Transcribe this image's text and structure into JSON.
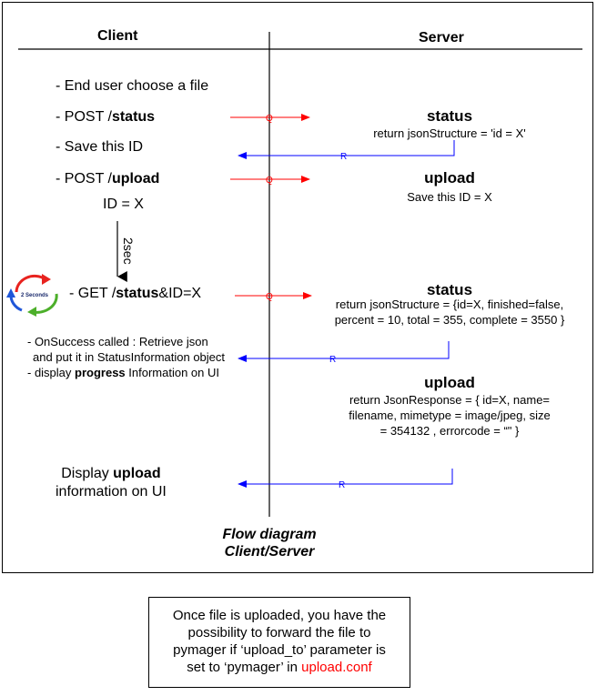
{
  "headers": {
    "client": "Client",
    "server": "Server"
  },
  "client_steps": {
    "choose_file": "- End user choose a file",
    "post_status_prefix": "- POST /",
    "post_status_bold": "status",
    "save_id": "- Save this ID",
    "post_upload_prefix": "- POST /",
    "post_upload_bold": "upload",
    "id_eq_x": "ID = X",
    "wait_label": "2sec",
    "get_status_prefix": "- GET /",
    "get_status_bold": "status",
    "get_status_suffix": "&ID=X",
    "onsuccess_line1": "- OnSuccess called : Retrieve json",
    "onsuccess_line2": "and put it in StatusInformation object",
    "display_progress_prefix": "- display ",
    "display_progress_bold": "progress",
    "display_progress_suffix": " Information on UI",
    "display_upload_prefix": "Display ",
    "display_upload_bold": "upload",
    "display_upload_line2": "information on UI"
  },
  "server_steps": {
    "status1_title": "status",
    "status1_body": "return jsonStructure = 'id = X'",
    "upload1_title": "upload",
    "upload1_body": "Save this ID = X",
    "status2_title": "status",
    "status2_body_line1": "return jsonStructure = {id=X, finished=false,",
    "status2_body_line2": "percent = 10, total = 355, complete = 3550 }",
    "upload2_title": "upload",
    "upload2_body_line1": "return JsonResponse = { id=X, name=",
    "upload2_body_line2": "filename, mimetype = image/jpeg, size",
    "upload2_body_line3": "= 354132 , errorcode = “\" }"
  },
  "arrows": {
    "request_label": "Q",
    "response_label": "R"
  },
  "badge": {
    "label": "2 Seconds"
  },
  "caption": {
    "line1": "Flow diagram",
    "line2": "Client/Server"
  },
  "note": {
    "line1": "Once file is uploaded, you have the",
    "line2": "possibility to forward the file to",
    "line3": "pymager if ‘upload_to’ parameter is",
    "line4_prefix": "set to ‘pymager’ in ",
    "line4_link": "upload.conf"
  },
  "colors": {
    "request": "#ff0000",
    "response": "#0000ff",
    "badge_red": "#e8231f",
    "badge_green": "#4caf2a",
    "badge_blue": "#1f56d8"
  }
}
